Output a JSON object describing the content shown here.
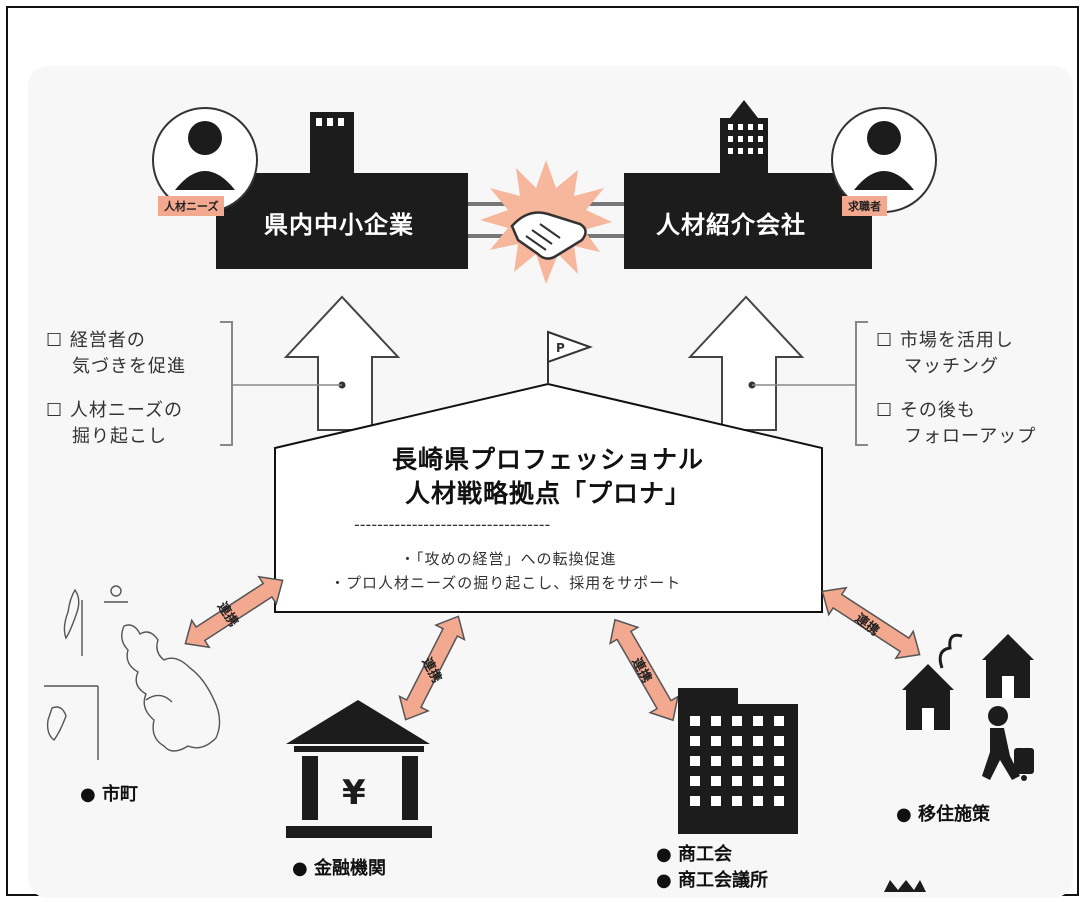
{
  "companies": {
    "left": {
      "name": "県内中小企業",
      "tag": "人材ニーズ"
    },
    "right": {
      "name": "人材紹介会社",
      "tag": "求職者"
    }
  },
  "left_points": [
    "経営者の",
    "気づきを促進",
    "人材ニーズの",
    "掘り起こし"
  ],
  "right_points": [
    "市場を活用し",
    "マッチング",
    "その後も",
    "フォローアップ"
  ],
  "center": {
    "title_line1": "長崎県プロフェッショナル",
    "title_line2": "人材戦略拠点「プロナ」",
    "dash_line": "----------------------------------",
    "bullet1": "・「攻めの経営」への転換促進",
    "bullet2": "・プロ人材ニーズの掘り起こし、採用をサポート",
    "flag_letter": "P"
  },
  "arrows": {
    "cities": "連携",
    "finance": "連携",
    "commerce": "連携",
    "migration": "連携"
  },
  "places": {
    "cities": "● 市町",
    "finance": "● 金融機関",
    "commerce1": "● 商工会",
    "commerce2": "● 商工会議所",
    "migration": "● 移住施策"
  },
  "colors": {
    "box": "#1c1c1c",
    "accent": "#f2a98f",
    "burst": "#f7b79c"
  }
}
